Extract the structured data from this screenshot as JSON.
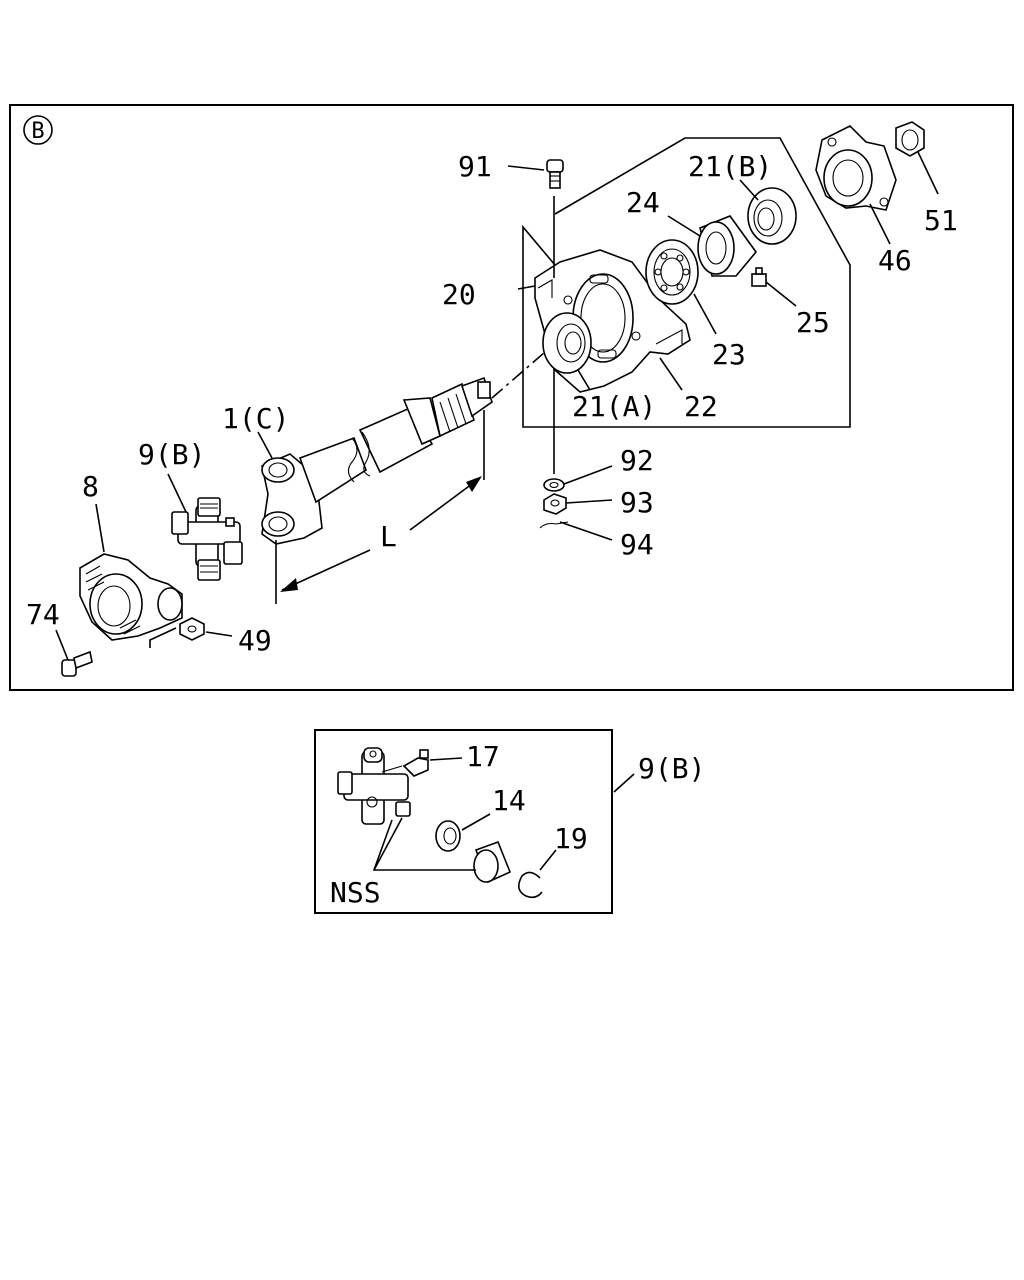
{
  "diagram": {
    "view_marker": "B",
    "labels": {
      "p91": "91",
      "p21b": "21(B)",
      "p24": "24",
      "p20": "20",
      "p23": "23",
      "p25": "25",
      "p21a": "21(A)",
      "p22": "22",
      "p46": "46",
      "p51": "51",
      "p1c": "1(C)",
      "p9b": "9(B)",
      "p8": "8",
      "p74": "74",
      "p49": "49",
      "p92": "92",
      "p93": "93",
      "p94": "94",
      "dim_l": "L"
    },
    "inset": {
      "title": "9(B)",
      "labels": {
        "p17": "17",
        "p14": "14",
        "p19": "19",
        "nss": "NSS"
      }
    }
  }
}
